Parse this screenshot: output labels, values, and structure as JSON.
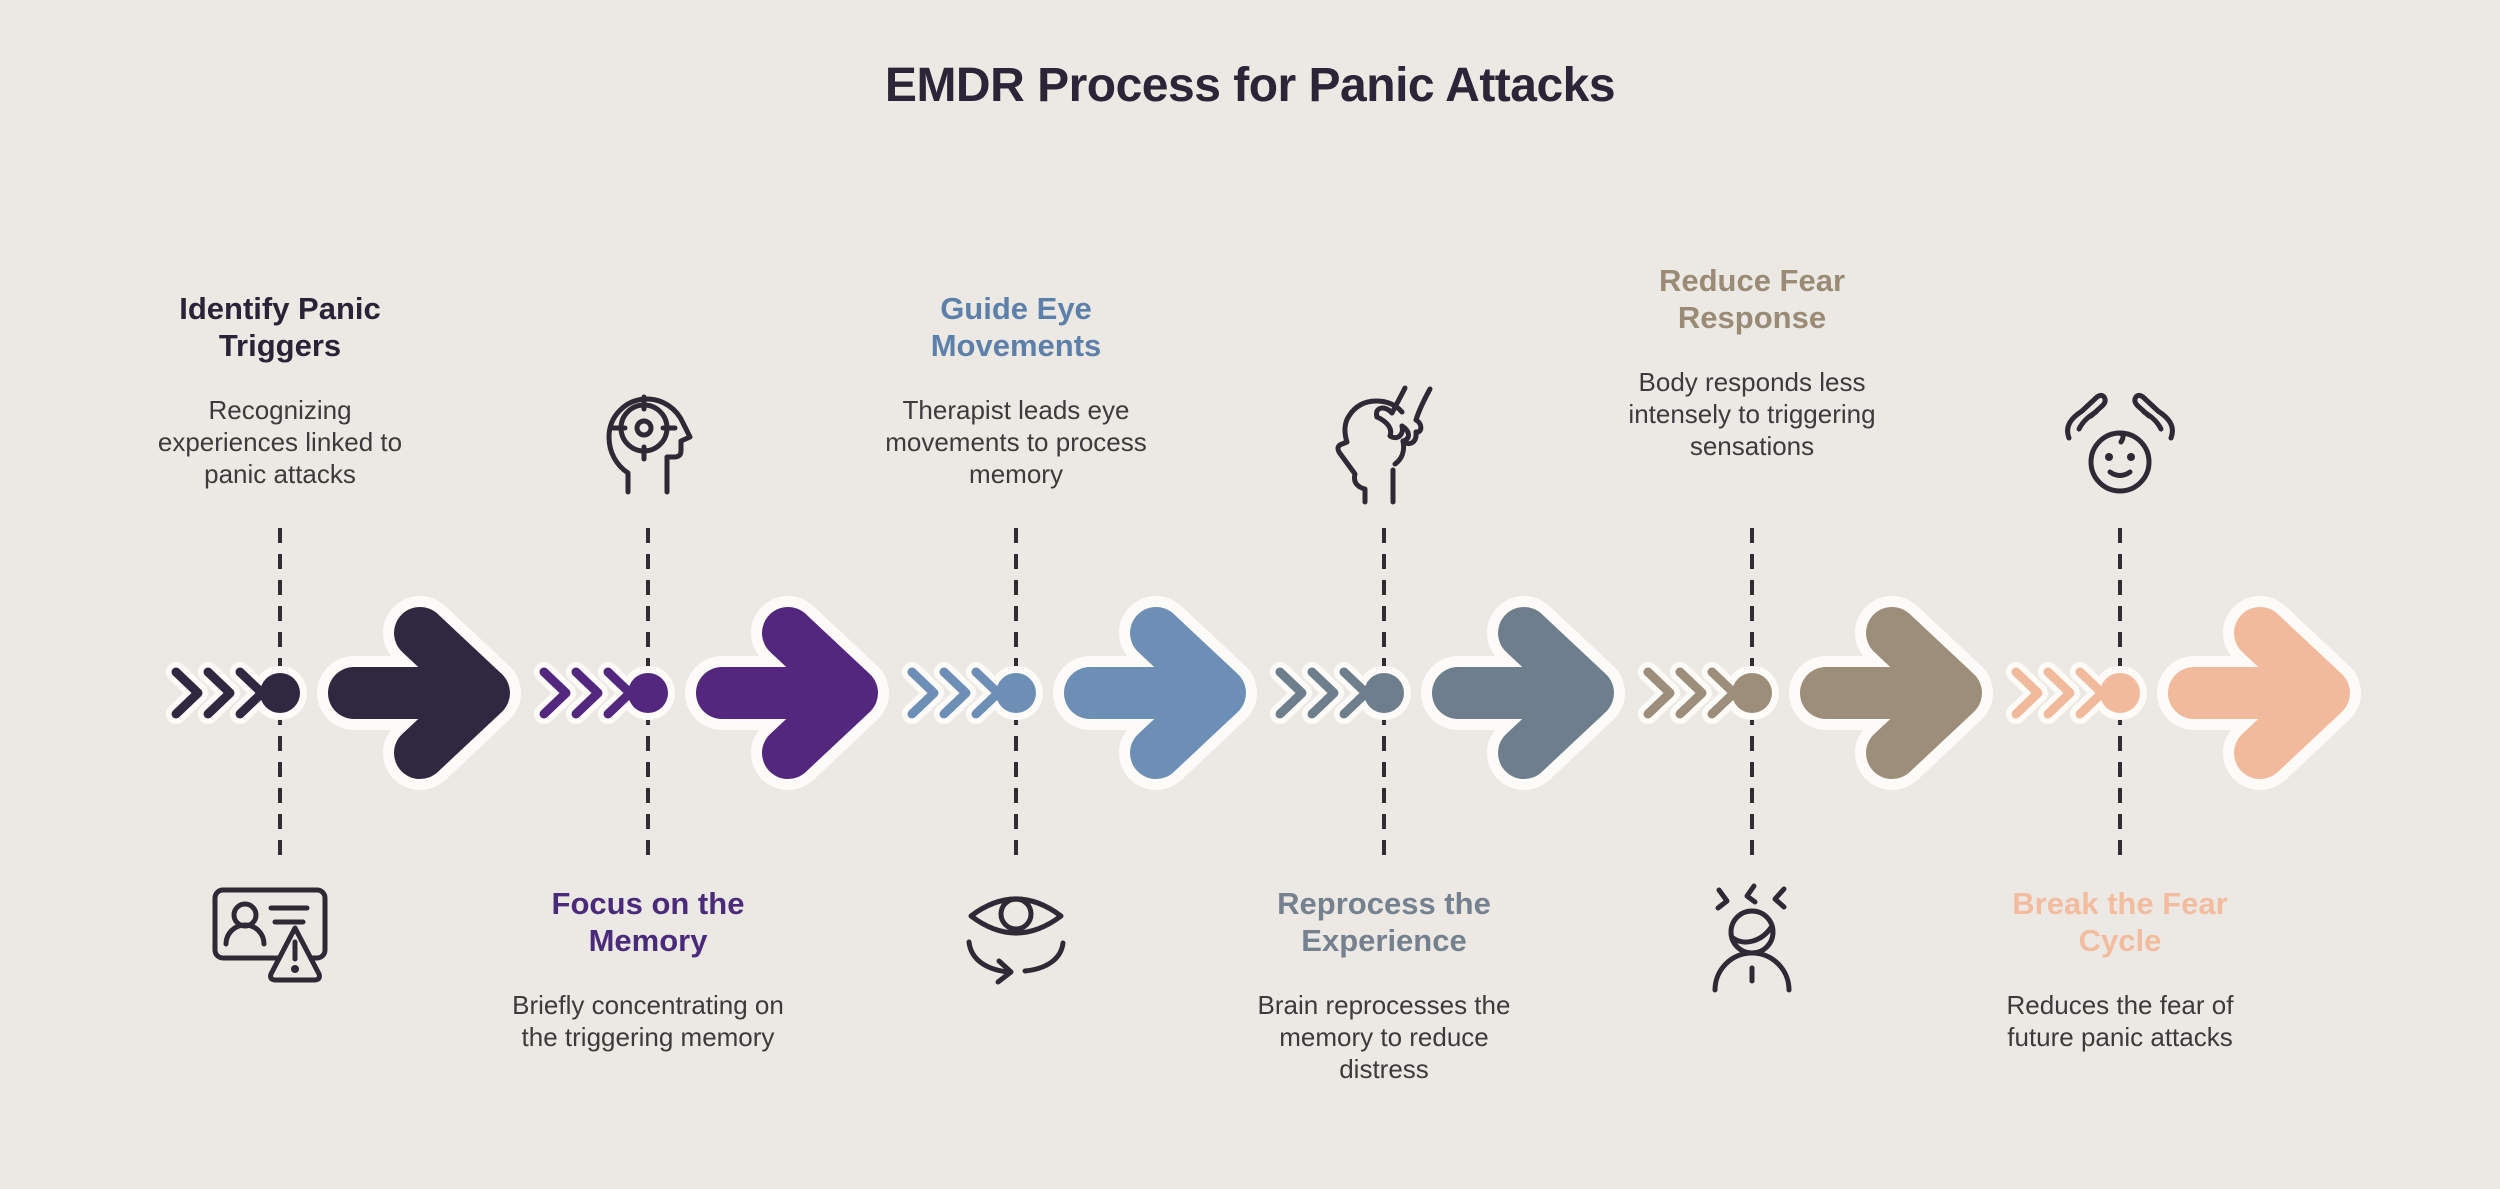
{
  "title": "EMDR Process for Panic Attacks",
  "title_color": "#2A2638",
  "background": "#ECE9E4",
  "body_text_color": "#3C3A3A",
  "dash_color": "#2F2C33",
  "outline_color": "#FCFBF7",
  "icon_stroke_color": "#2D2935",
  "steps": [
    {
      "heading": "Identify Panic Triggers",
      "description": "Recognizing experiences linked to panic attacks",
      "color": "#2F2840",
      "heading_color": "#282336",
      "icon": "id-card-warning-icon",
      "text_position": "top",
      "icon_position": "bottom"
    },
    {
      "heading": "Focus on the Memory",
      "description": "Briefly concentrating on the triggering memory",
      "color": "#53277E",
      "heading_color": "#4A2A7A",
      "icon": "head-target-icon",
      "text_position": "bottom",
      "icon_position": "top"
    },
    {
      "heading": "Guide Eye Movements",
      "description": "Therapist leads eye movements to process memory",
      "color": "#6D8FB5",
      "heading_color": "#5C80A9",
      "icon": "eye-movement-icon",
      "text_position": "top",
      "icon_position": "bottom"
    },
    {
      "heading": "Reprocess the Experience",
      "description": "Brain reprocesses the memory to reduce distress",
      "color": "#6F7E8D",
      "heading_color": "#75818E",
      "icon": "hand-over-head-icon",
      "text_position": "bottom",
      "icon_position": "top"
    },
    {
      "heading": "Reduce Fear Response",
      "description": "Body responds less intensely to triggering sensations",
      "color": "#9C8E7A",
      "heading_color": "#9A8B76",
      "icon": "stressed-person-icon",
      "text_position": "top",
      "icon_position": "bottom"
    },
    {
      "heading": "Break the Fear Cycle",
      "description": "Reduces the fear of future panic attacks",
      "color": "#F2BA9D",
      "heading_color": "#F3BC9F",
      "icon": "hands-care-face-icon",
      "text_position": "bottom",
      "icon_position": "top"
    }
  ]
}
